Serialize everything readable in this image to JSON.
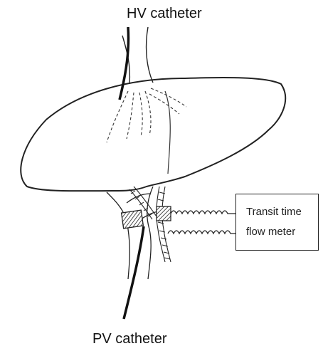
{
  "labels": {
    "hv_catheter": "HV catheter",
    "pv_catheter": "PV catheter",
    "meter_line1": "Transit time",
    "meter_line2": "flow meter"
  }
}
